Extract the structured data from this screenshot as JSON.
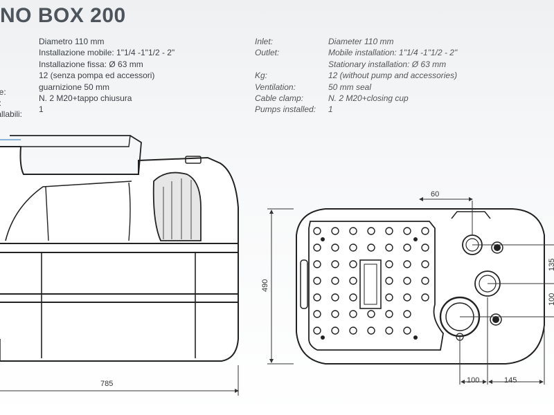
{
  "title": "NO BOX 200",
  "specs_it": {
    "labels": [
      "ne:",
      "o:",
      "tallabili:"
    ],
    "values": [
      "Diametro 110 mm",
      "Installazione mobile: 1\"1/4 -1\"1/2 - 2\"",
      "Installazione fissa: Ø 63 mm",
      "12 (senza pompa ed accessori)",
      "guarnizione 50 mm",
      "N. 2 M20+tappo chiusura",
      "1"
    ]
  },
  "specs_en": {
    "labels": [
      "Inlet:",
      "Outlet:",
      "",
      "Kg:",
      "Ventilation:",
      "Cable clamp:",
      "Pumps installed:"
    ],
    "values": [
      "Diameter 110 mm",
      "Mobile installation: 1\"1/4 -1\"1/2 - 2\"",
      "Stationary installation: Ø 63 mm",
      "12 (without pump and accessories)",
      "50 mm seal",
      "N. 2 M20+closing cup",
      "1"
    ]
  },
  "dimensions": {
    "length": "785",
    "height": "490",
    "top_offset": "60",
    "right_135": "135",
    "right_100": "100",
    "bottom_100": "100",
    "bottom_145": "145"
  }
}
